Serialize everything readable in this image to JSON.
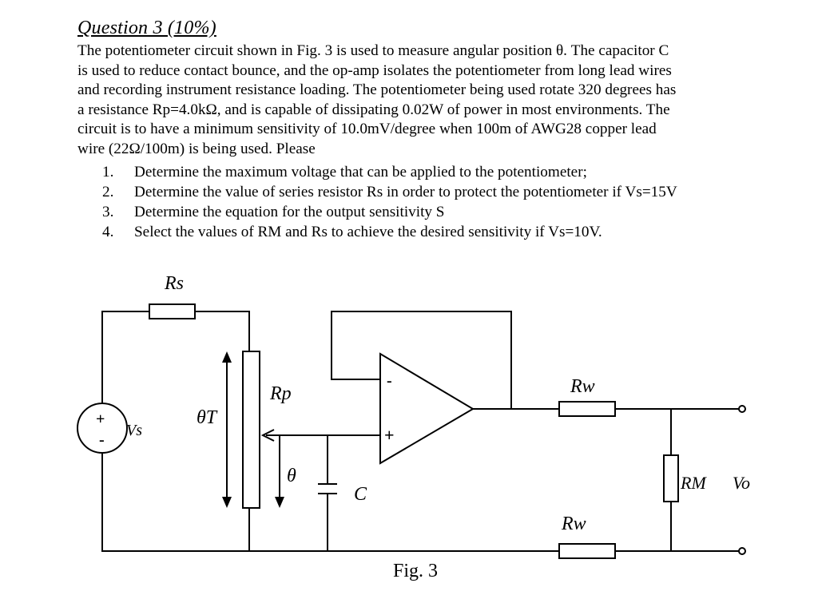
{
  "question": {
    "title": "Question 3 (10%)",
    "paragraph_lines": [
      "The potentiometer circuit shown in Fig. 3 is used to measure angular position θ. The capacitor C",
      "is used to reduce contact bounce, and the op-amp isolates the potentiometer from long lead wires",
      "and recording instrument resistance loading. The potentiometer being used rotate 320 degrees has",
      "a resistance Rp=4.0kΩ, and is capable of dissipating 0.02W of power in most environments. The",
      "circuit is to have a minimum sensitivity of 10.0mV/degree when 100m of AWG28 copper lead",
      "wire (22Ω/100m) is being used. Please"
    ],
    "tasks": [
      {
        "num": "1.",
        "text": "Determine the maximum voltage that can be applied to the potentiometer;"
      },
      {
        "num": "2.",
        "text": "Determine the value of series resistor Rs in order to protect the potentiometer if Vs=15V"
      },
      {
        "num": "3.",
        "text": "Determine the equation for the output sensitivity S"
      },
      {
        "num": "4.",
        "text": "Select  the values of RM and Rs to achieve the desired sensitivity if Vs=10V."
      }
    ]
  },
  "figure": {
    "caption": "Fig. 3",
    "labels": {
      "rs": "Rs",
      "vs": "Vs",
      "theta_t": "θT",
      "rp": "Rp",
      "theta": "θ",
      "c": "C",
      "rw_top": "Rw",
      "rw_bottom": "Rw",
      "rm": "RM",
      "vo": "Vo",
      "opamp_minus": "-",
      "opamp_plus": "+",
      "source_plus": "+",
      "source_minus": "-"
    }
  }
}
